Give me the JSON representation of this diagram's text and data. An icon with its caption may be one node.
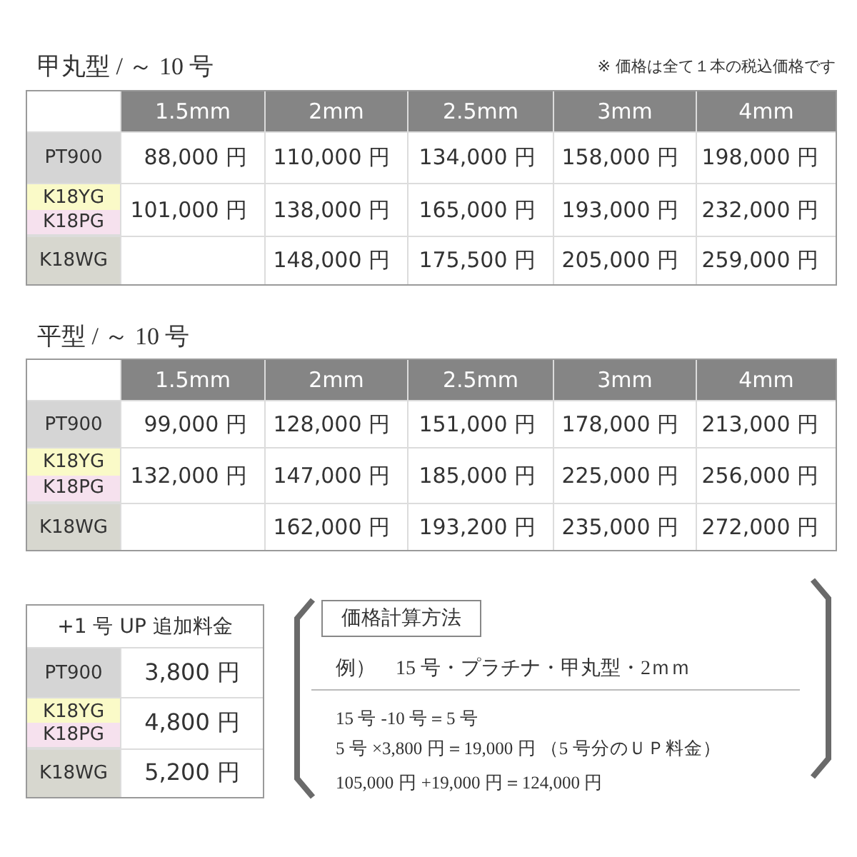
{
  "diagram": {
    "nodes": [
      {
        "text": [
          "価格計算方法"
        ]
      }
    ],
    "labels": [
      "甲丸型 / ～ 10 号",
      "※ 価格は全て１本の税込価格です",
      "1.5mm",
      "2mm",
      "2.5mm",
      "3mm",
      "4mm",
      "PT900",
      "88,000 円",
      "110,000 円",
      "134,000 円",
      "158,000 円",
      "198,000 円",
      "K18YG",
      "K18PG",
      "101,000 円",
      "138,000 円",
      "165,000 円",
      "193,000 円",
      "232,000 円",
      "K18WG",
      "148,000 円",
      "175,500 円",
      "205,000 円",
      "259,000 円",
      "平型 / ～ 10 号",
      "1.5mm",
      "2mm",
      "2.5mm",
      "3mm",
      "4mm",
      "PT900",
      "99,000 円",
      "128,000 円",
      "151,000 円",
      "178,000 円",
      "213,000 円",
      "K18YG",
      "K18PG",
      "132,000 円",
      "147,000 円",
      "185,000 円",
      "225,000 円",
      "256,000 円",
      "K18WG",
      "162,000 円",
      "193,200 円",
      "235,000 円",
      "272,000 円",
      "+1 号 UP 追加料金",
      "PT900",
      "3,800 円",
      "K18YG",
      "K18PG",
      "4,800 円",
      "K18WG",
      "5,200 円",
      "例）　15 号・プラチナ・甲丸型・2ｍｍ",
      "15 号 -10 号＝5 号",
      "5 号 ×3,800 円＝19,000 円 （5 号分のＵＰ料金）",
      "105,000 円 +19,000 円＝124,000 円"
    ]
  }
}
